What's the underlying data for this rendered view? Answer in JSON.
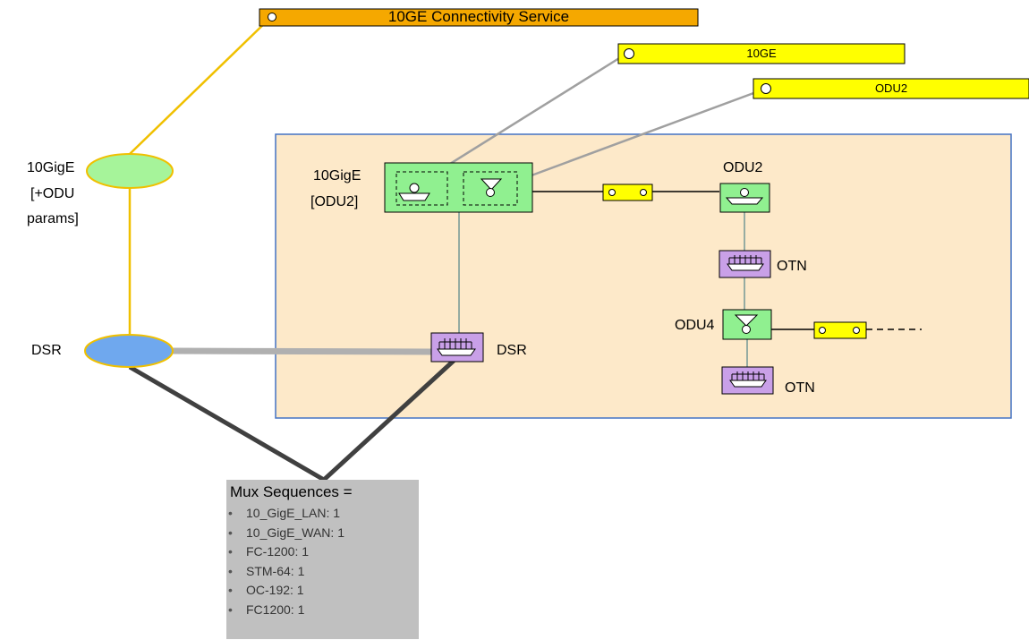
{
  "service_bars": {
    "connectivity_service": "10GE Connectivity Service",
    "tenge": "10GE",
    "odu2": "ODU2"
  },
  "layers": {
    "tengige_line1": "10GigE",
    "tengige_line2": "[+ODU",
    "tengige_line3": "params]",
    "dsr": "DSR"
  },
  "node": {
    "tengige_line1": "10GigE",
    "tengige_line2": "[ODU2]",
    "odu2": "ODU2",
    "otn_top": "OTN",
    "odu4": "ODU4",
    "otn_bottom": "OTN",
    "dsr": "DSR"
  },
  "mux": {
    "title": "Mux Sequences =",
    "items": [
      "10_GigE_LAN: 1",
      "10_GigE_WAN: 1",
      "FC-1200: 1",
      "STM-64: 1",
      "OC-192: 1",
      "FC1200: 1"
    ]
  },
  "colors": {
    "orange_bar": "#f5a800",
    "yellow_bar": "#ffff00",
    "node_fill": "#fde9c9",
    "node_border": "#4472c4",
    "green_block": "#90f090",
    "purple_block": "#c9a0e8",
    "layer_green": "#a6f49a",
    "layer_blue": "#6fa8ee",
    "layer_line": "#f0c000",
    "gray_line": "#a0a0a0",
    "dark_line": "#404040"
  }
}
